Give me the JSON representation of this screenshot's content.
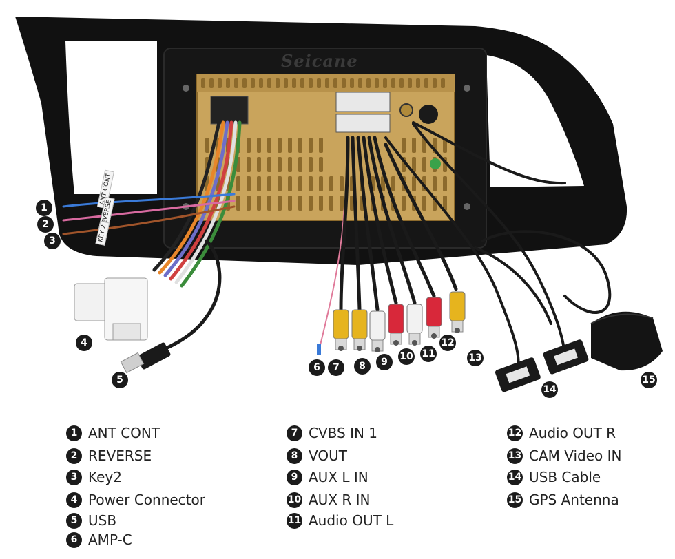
{
  "brand": "Seicane",
  "harness_tags": {
    "ant_cont": "ANT CONT",
    "reverse": "REVERSE",
    "key2": "KEY 2"
  },
  "callouts": [
    "1",
    "2",
    "3",
    "4",
    "5",
    "6",
    "7",
    "8",
    "9",
    "10",
    "11",
    "12",
    "13",
    "14",
    "15"
  ],
  "legend": [
    {
      "num": "1",
      "label": "ANT CONT"
    },
    {
      "num": "2",
      "label": "REVERSE"
    },
    {
      "num": "3",
      "label": "Key2"
    },
    {
      "num": "4",
      "label": "Power Connector"
    },
    {
      "num": "5",
      "label": "USB"
    },
    {
      "num": "6",
      "label": "AMP-C"
    },
    {
      "num": "7",
      "label": "CVBS IN 1"
    },
    {
      "num": "8",
      "label": "VOUT"
    },
    {
      "num": "9",
      "label": "AUX L IN"
    },
    {
      "num": "10",
      "label": "AUX R IN"
    },
    {
      "num": "11",
      "label": "Audio OUT L"
    },
    {
      "num": "12",
      "label": "Audio OUT R"
    },
    {
      "num": "13",
      "label": "CAM Video IN"
    },
    {
      "num": "14",
      "label": "USB Cable"
    },
    {
      "num": "15",
      "label": "GPS Antenna"
    }
  ],
  "colors": {
    "frame": "#111111",
    "chassis": "#c9a45c",
    "chassis_dark": "#8c6a2c",
    "rca_yellow": "#e6b41e",
    "rca_white": "#f2f2f2",
    "rca_red": "#d8283a",
    "cable": "#1a1a1a"
  }
}
